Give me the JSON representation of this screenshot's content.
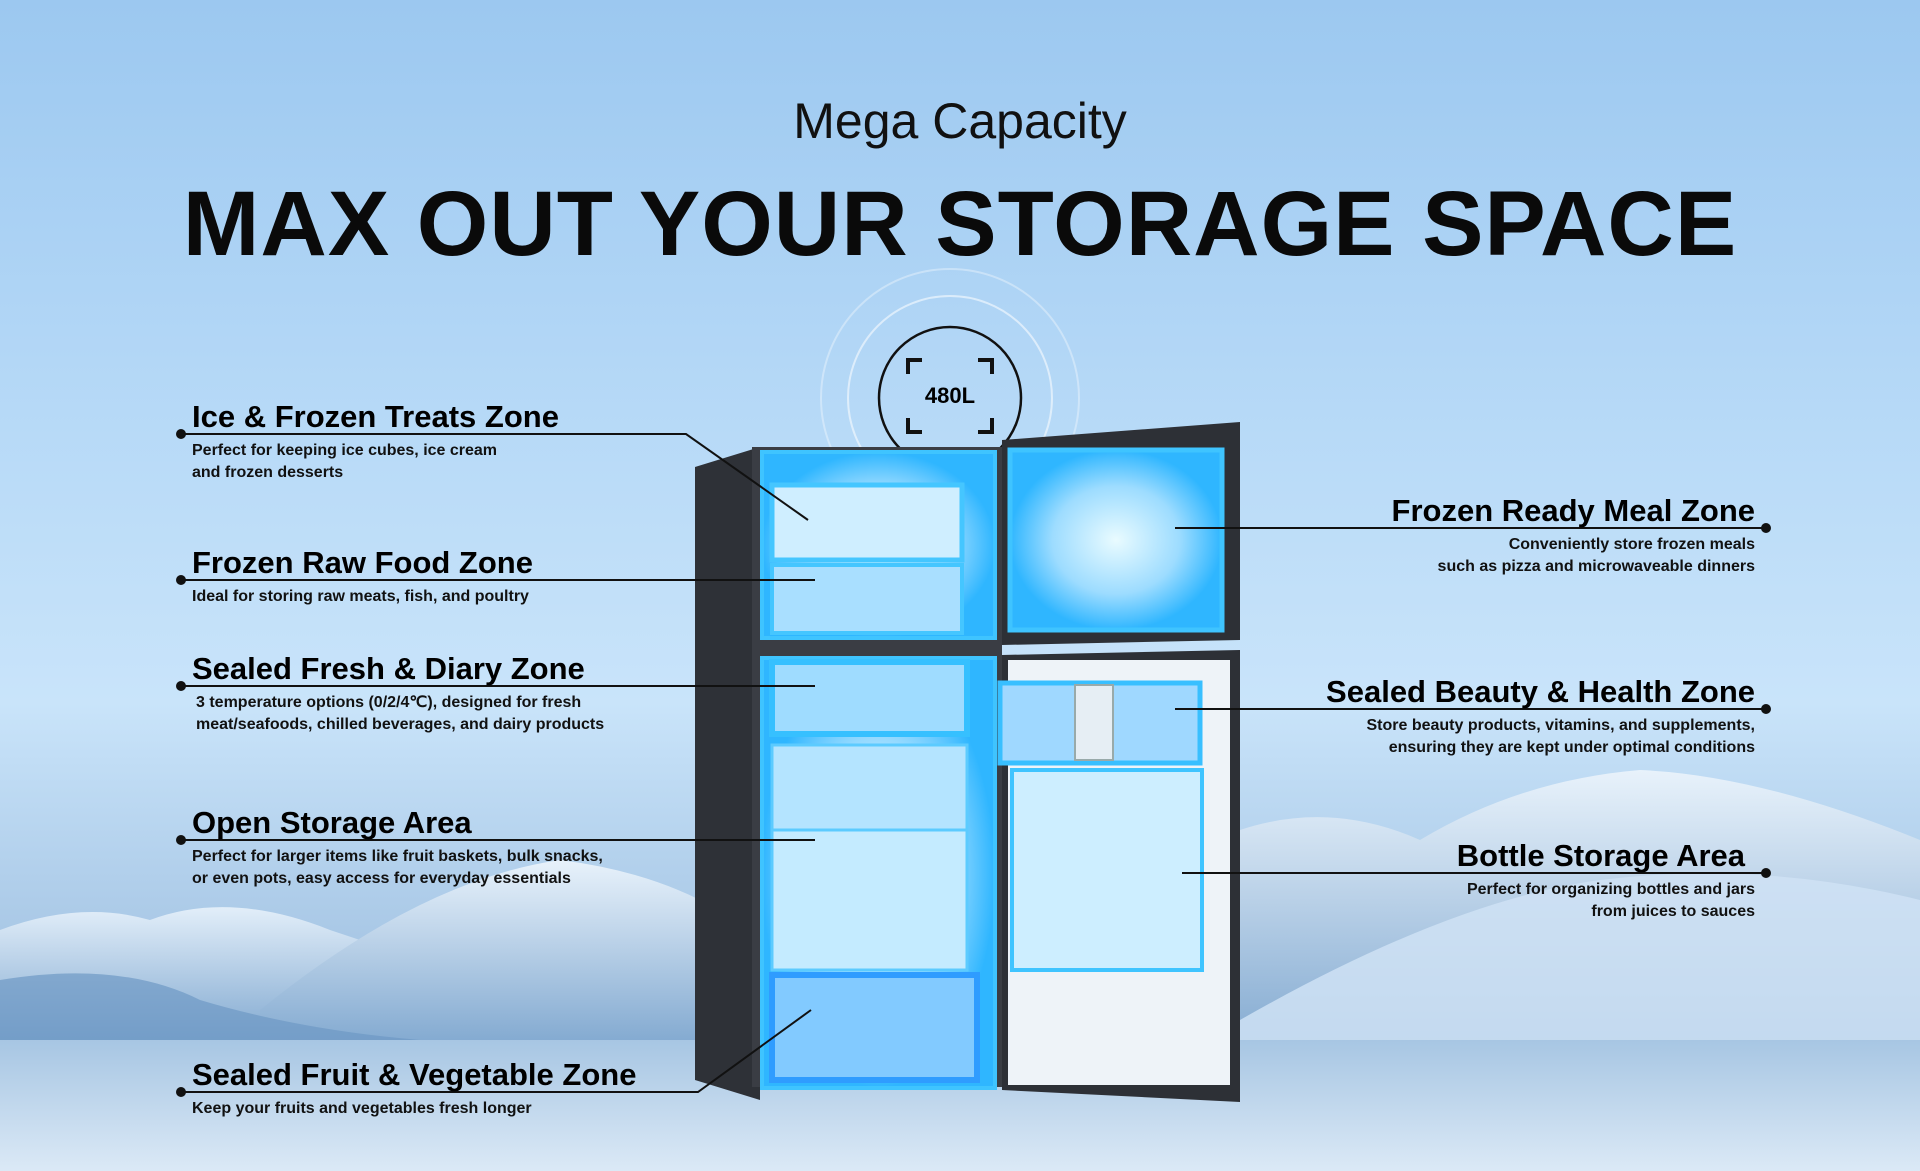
{
  "subtitle": "Mega Capacity",
  "headline": "MAX OUT YOUR STORAGE SPACE",
  "capacity_badge": "480L",
  "left_zones": [
    {
      "title": "Ice & Frozen Treats Zone",
      "desc": [
        "Perfect for keeping ice cubes, ice cream",
        "and frozen desserts"
      ]
    },
    {
      "title": "Frozen Raw Food Zone",
      "desc": [
        "Ideal for storing raw meats, fish, and poultry"
      ]
    },
    {
      "title": "Sealed Fresh & Diary Zone",
      "desc": [
        "3 temperature options (0/2/4℃), designed for fresh",
        "meat/seafoods, chilled beverages, and dairy products"
      ]
    },
    {
      "title": "Open Storage Area",
      "desc": [
        "Perfect for larger items like fruit baskets, bulk snacks,",
        "or even pots, easy access for everyday essentials"
      ]
    },
    {
      "title": "Sealed Fruit & Vegetable Zone",
      "desc": [
        "Keep your fruits and vegetables fresh longer"
      ]
    }
  ],
  "right_zones": [
    {
      "title": "Frozen Ready Meal Zone",
      "desc": [
        "Conveniently store frozen meals",
        "such as pizza and microwaveable dinners"
      ]
    },
    {
      "title": "Sealed Beauty & Health Zone",
      "desc": [
        "Store beauty products, vitamins, and supplements,",
        "ensuring they are kept under optimal conditions"
      ]
    },
    {
      "title": "Bottle Storage Area",
      "desc": [
        "Perfect for organizing bottles and jars",
        "from juices to sauces"
      ]
    }
  ],
  "colors": {
    "glow": "#3fc4ff",
    "panel": "#8fd2ff",
    "fridge_body": "#3a3d44"
  }
}
